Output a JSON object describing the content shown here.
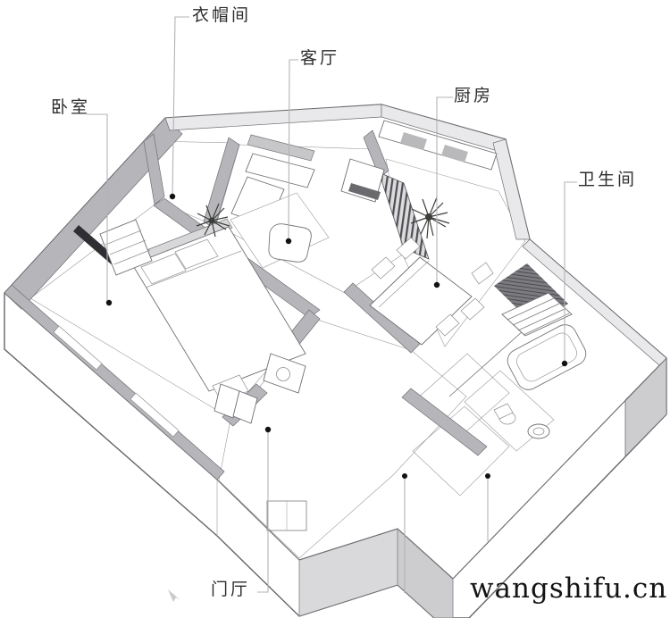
{
  "labels": {
    "bedroom": "卧室",
    "cloakroom": "衣帽间",
    "living_room": "客厅",
    "kitchen": "厨房",
    "bathroom": "卫生间",
    "entry_hall": "门厅"
  },
  "watermark": "wangshifu.cn",
  "colors": {
    "label_text": "#2d2d2d",
    "leader_line": "#b3b3b6",
    "dot": "#121212",
    "line": "#6f6f73",
    "wall_gray": "#b6b6ba",
    "side_gray": "#cdcdd0",
    "watermark_color": "#141414",
    "bg": "#ffffff"
  },
  "figure": {
    "type": "axonometric floor plan",
    "rooms": [
      "卧室",
      "衣帽间",
      "客厅",
      "厨房",
      "卫生间",
      "门厅"
    ]
  }
}
